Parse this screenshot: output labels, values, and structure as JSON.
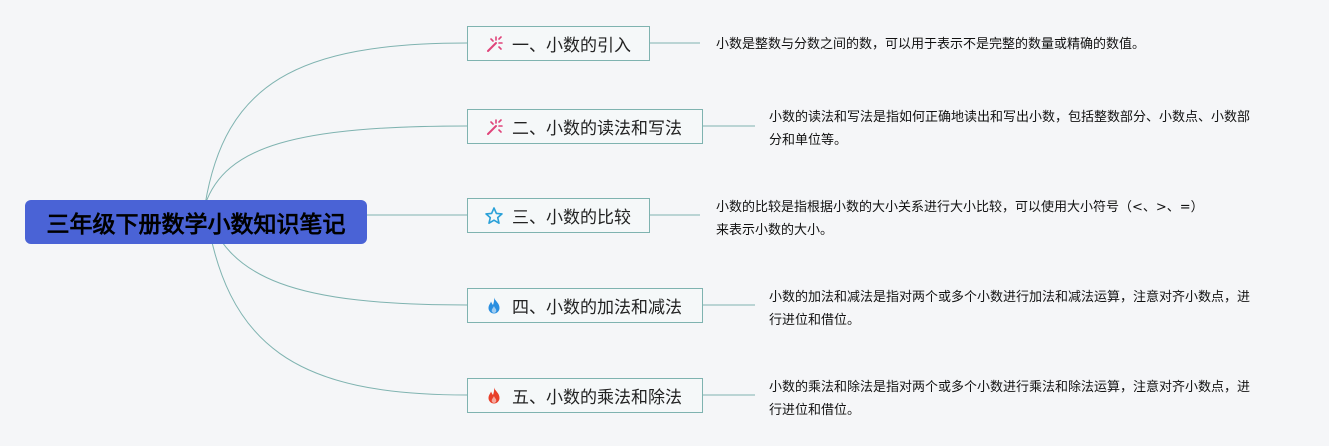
{
  "root": {
    "title": "三年级下册数学小数知识笔记"
  },
  "branches": [
    {
      "label": "一、小数的引入",
      "icon": "sparkle-wand-icon",
      "icon_color": "#e0447a",
      "description": "小数是整数与分数之间的数，可以用于表示不是完整的数量或精确的数值。"
    },
    {
      "label": "二、小数的读法和写法",
      "icon": "sparkle-wand-icon",
      "icon_color": "#e0447a",
      "description": "小数的读法和写法是指如何正确地读出和写出小数，包括整数部分、小数点、小数部分和单位等。"
    },
    {
      "label": "三、小数的比较",
      "icon": "star-outline-icon",
      "icon_color": "#2aa1d8",
      "description": "小数的比较是指根据小数的大小关系进行大小比较，可以使用大小符号（<、>、=）来表示小数的大小。"
    },
    {
      "label": "四、小数的加法和减法",
      "icon": "flame-icon",
      "icon_color": "#2a8fe0",
      "description": "小数的加法和减法是指对两个或多个小数进行加法和减法运算，注意对齐小数点，进行进位和借位。"
    },
    {
      "label": "五、小数的乘法和除法",
      "icon": "flame-icon",
      "icon_color": "#e8402a",
      "description": "小数的乘法和除法是指对两个或多个小数进行乘法和除法运算，注意对齐小数点，进行进位和借位。"
    }
  ],
  "colors": {
    "root_bg": "#4a63d6",
    "branch_border": "#7fb3b0",
    "connector": "#7fb3b0"
  }
}
